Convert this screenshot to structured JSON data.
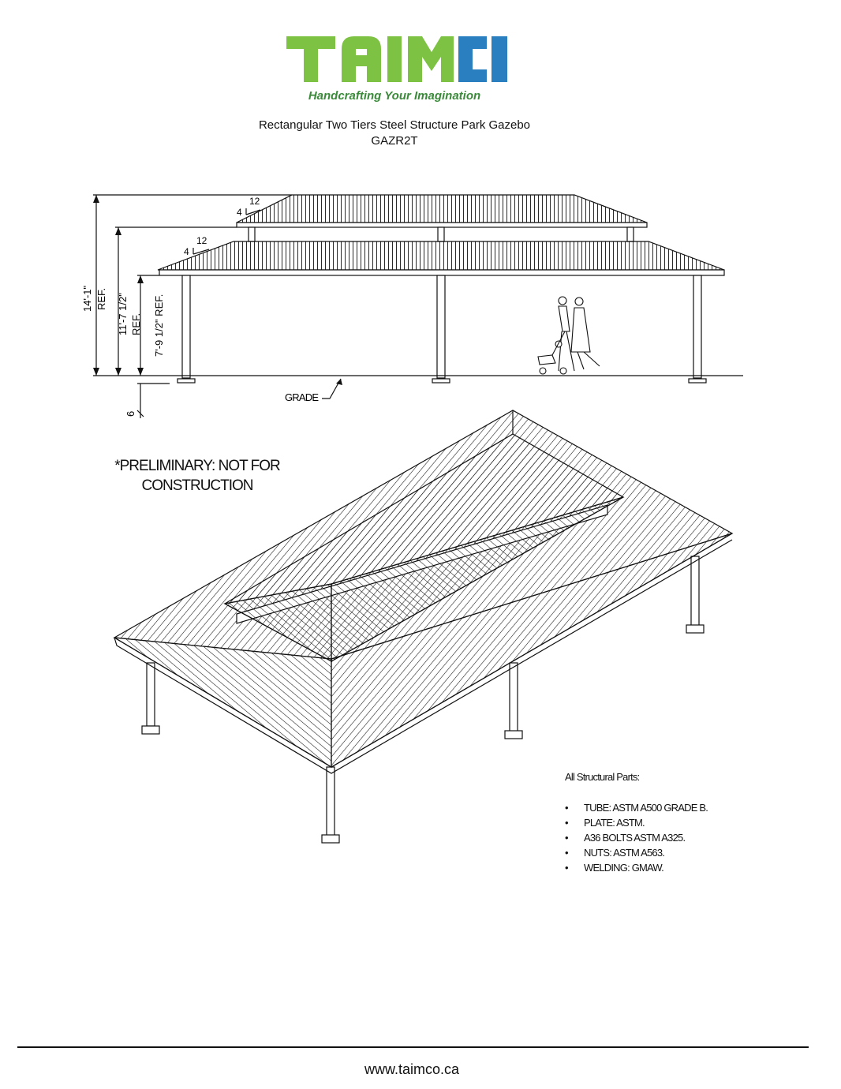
{
  "brand": {
    "name": "TAIMCO",
    "tagline": "Handcrafting Your Imagination",
    "green": "#7dc242",
    "blue": "#2a7fc1",
    "tagline_color": "#3a8a3a"
  },
  "title": {
    "line1": "Rectangular Two Tiers Steel Structure Park Gazebo",
    "line2": "GAZR2T"
  },
  "elevation": {
    "upper_pitch_rise": "4",
    "upper_pitch_run": "12",
    "lower_pitch_rise": "4",
    "lower_pitch_run": "12",
    "dim_total_value": "14'-1\"",
    "dim_total_ref": "REF.",
    "dim_mid_value": "11'-7 1/2\"",
    "dim_mid_ref": "REF.",
    "dim_eave": "7'-9 1/2\" REF.",
    "dim_footing": "6",
    "grade_label": "GRADE"
  },
  "preliminary": {
    "line1": "*PRELIMINARY: NOT FOR",
    "line2": "CONSTRUCTION"
  },
  "notes": {
    "heading": "All Structural Parts:",
    "bullet": "•",
    "items": [
      "TUBE: ASTM A500 GRADE B.",
      "PLATE:  ASTM.",
      "A36  BOLTS ASTM A325.",
      "NUTS: ASTM A563.",
      "WELDING: GMAW."
    ]
  },
  "footer": {
    "url": "www.taimco.ca"
  }
}
